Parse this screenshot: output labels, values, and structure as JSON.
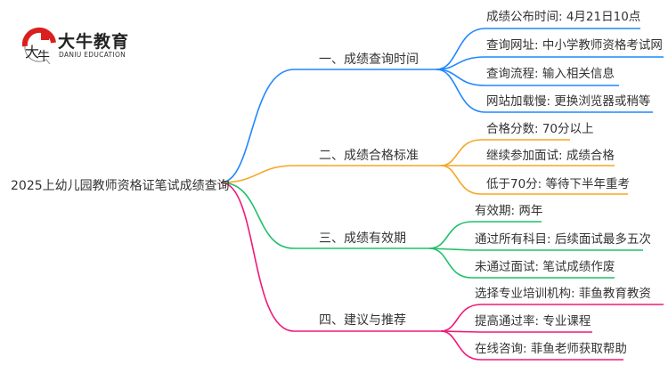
{
  "logo": {
    "name_cn": "大牛教育",
    "name_en": "DANIU EDUCATION",
    "mark_text": "大牛"
  },
  "root": {
    "label": "2025上幼儿园教师资格证笔试成绩查询"
  },
  "colors": {
    "blue": "#1f87ff",
    "orange": "#f5a623",
    "green": "#1ec16a",
    "pink": "#f0197a"
  },
  "branches": [
    {
      "label": "一、成绩查询时间",
      "leaves": [
        "成绩公布时间: 4月21日10点",
        "查询网址: 中小学教师资格考试网",
        "查询流程: 输入相关信息",
        "网站加载慢: 更换浏览器或稍等"
      ]
    },
    {
      "label": "二、成绩合格标准",
      "leaves": [
        "合格分数: 70分以上",
        "继续参加面试: 成绩合格",
        "低于70分: 等待下半年重考"
      ]
    },
    {
      "label": "三、成绩有效期",
      "leaves": [
        "有效期: 两年",
        "通过所有科目: 后续面试最多五次",
        "未通过面试: 笔试成绩作废"
      ]
    },
    {
      "label": "四、建议与推荐",
      "leaves": [
        "选择专业培训机构: 菲鱼教育教资",
        "提高通过率: 专业课程",
        "在线咨询: 菲鱼老师获取帮助"
      ]
    }
  ]
}
